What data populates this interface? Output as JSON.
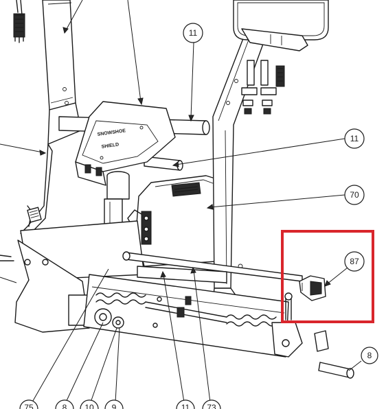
{
  "callouts": [
    {
      "id": "c-11-top",
      "label": "11"
    },
    {
      "id": "c-11-mid",
      "label": "11"
    },
    {
      "id": "c-70",
      "label": "70"
    },
    {
      "id": "c-87",
      "label": "87"
    },
    {
      "id": "c-8",
      "label": "8"
    },
    {
      "id": "c-75-bottom",
      "label": "75"
    },
    {
      "id": "c-8-bottom",
      "label": "8"
    },
    {
      "id": "c-10-bottom",
      "label": "10"
    },
    {
      "id": "c-9-bottom",
      "label": "9"
    },
    {
      "id": "c-11-bottom",
      "label": "11"
    },
    {
      "id": "c-73-bottom",
      "label": "73"
    }
  ],
  "decals": {
    "shield_line1": "SNOWSHOE",
    "shield_line2": "SHIELD"
  },
  "highlight": {
    "color": "#d9262c",
    "target_label": "87"
  },
  "colors": {
    "line": "#1a1a1a",
    "background": "#ffffff"
  }
}
